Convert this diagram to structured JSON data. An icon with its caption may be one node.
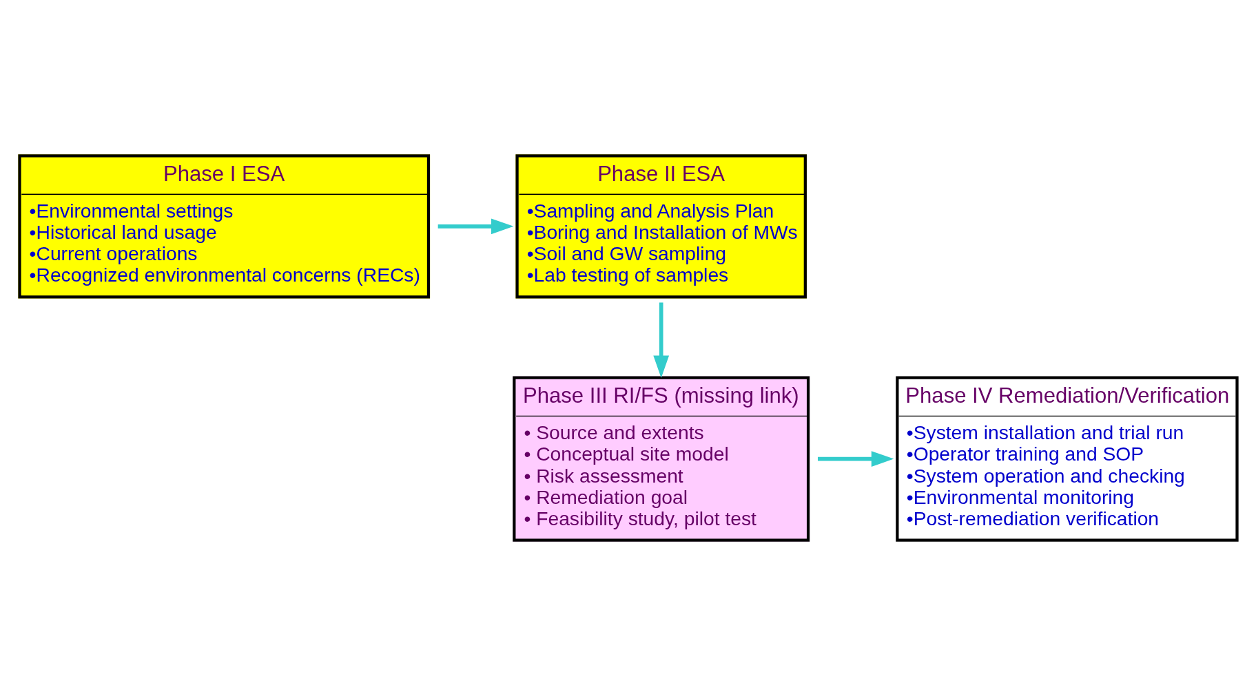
{
  "diagram": {
    "nodes": [
      {
        "text": [
          "Phase I ESA",
          "•Environmental settings",
          "•Historical land usage",
          "•Current operations",
          "•Recognized environmental concerns (RECs)"
        ]
      },
      {
        "text": [
          "Phase II ESA",
          "•Sampling and Analysis Plan",
          "•Boring and Installation of MWs",
          "•Soil and GW sampling",
          "•Lab testing of samples"
        ]
      },
      {
        "text": [
          "Phase III RI/FS (missing link)",
          "• Source and extents",
          "• Conceptual site model",
          "• Risk assessment",
          "• Remediation goal",
          "• Feasibility study, pilot test"
        ]
      },
      {
        "text": [
          "Phase IV Remediation/Verification",
          "•System installation and trial run",
          "•Operator training and SOP",
          "•System operation and checking",
          "•Environmental monitoring",
          "•Post-remediation verification"
        ]
      }
    ],
    "edges": [
      {
        "from": 0,
        "to": 1,
        "arrow": "to"
      },
      {
        "from": 1,
        "to": 2,
        "arrow": "to"
      },
      {
        "from": 2,
        "to": 3,
        "arrow": "to"
      }
    ]
  }
}
